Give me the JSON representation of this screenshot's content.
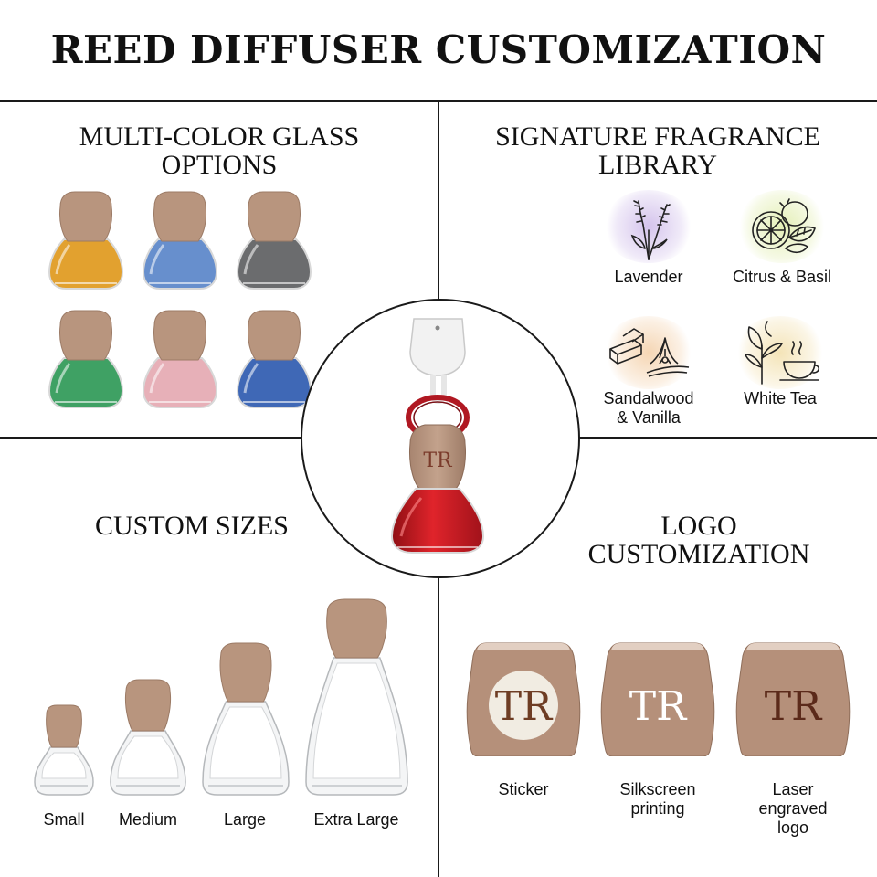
{
  "title": "REED DIFFUSER CUSTOMIZATION",
  "sections": {
    "glass": {
      "title": "MULTI-COLOR GLASS\nOPTIONS",
      "colors": [
        "#e09a1e",
        "#5b86c9",
        "#5f6062",
        "#2f9a57",
        "#e6aab3",
        "#2f5cb0"
      ]
    },
    "fragrance": {
      "title": "SIGNATURE FRAGRANCE\nLIBRARY",
      "items": [
        {
          "label": "Lavender",
          "icon": "lavender-icon",
          "glow": "#c9b6e6"
        },
        {
          "label": "Citrus & Basil",
          "icon": "citrus-basil-icon",
          "glow": "#dbe9a8"
        },
        {
          "label": "Sandalwood\n& Vanilla",
          "icon": "sandalwood-vanilla-icon",
          "glow": "#f2cfa8"
        },
        {
          "label": "White Tea",
          "icon": "white-tea-icon",
          "glow": "#f1e0b0"
        }
      ]
    },
    "sizes": {
      "title": "CUSTOM SIZES",
      "items": [
        "Small",
        "Medium",
        "Large",
        "Extra Large"
      ]
    },
    "logo": {
      "title": "LOGO\nCUSTOMIZATION",
      "mark": "TR",
      "items": [
        "Sticker",
        "Silkscreen\nprinting",
        "Laser\nengraved\nlogo"
      ]
    }
  },
  "center": {
    "mark": "TR",
    "liquid_color": "#c8141c",
    "cord_color": "#b01822"
  },
  "palette": {
    "wood": "#b8957e",
    "wood_dark": "#9c7b66",
    "line": "#1a1a1a"
  }
}
